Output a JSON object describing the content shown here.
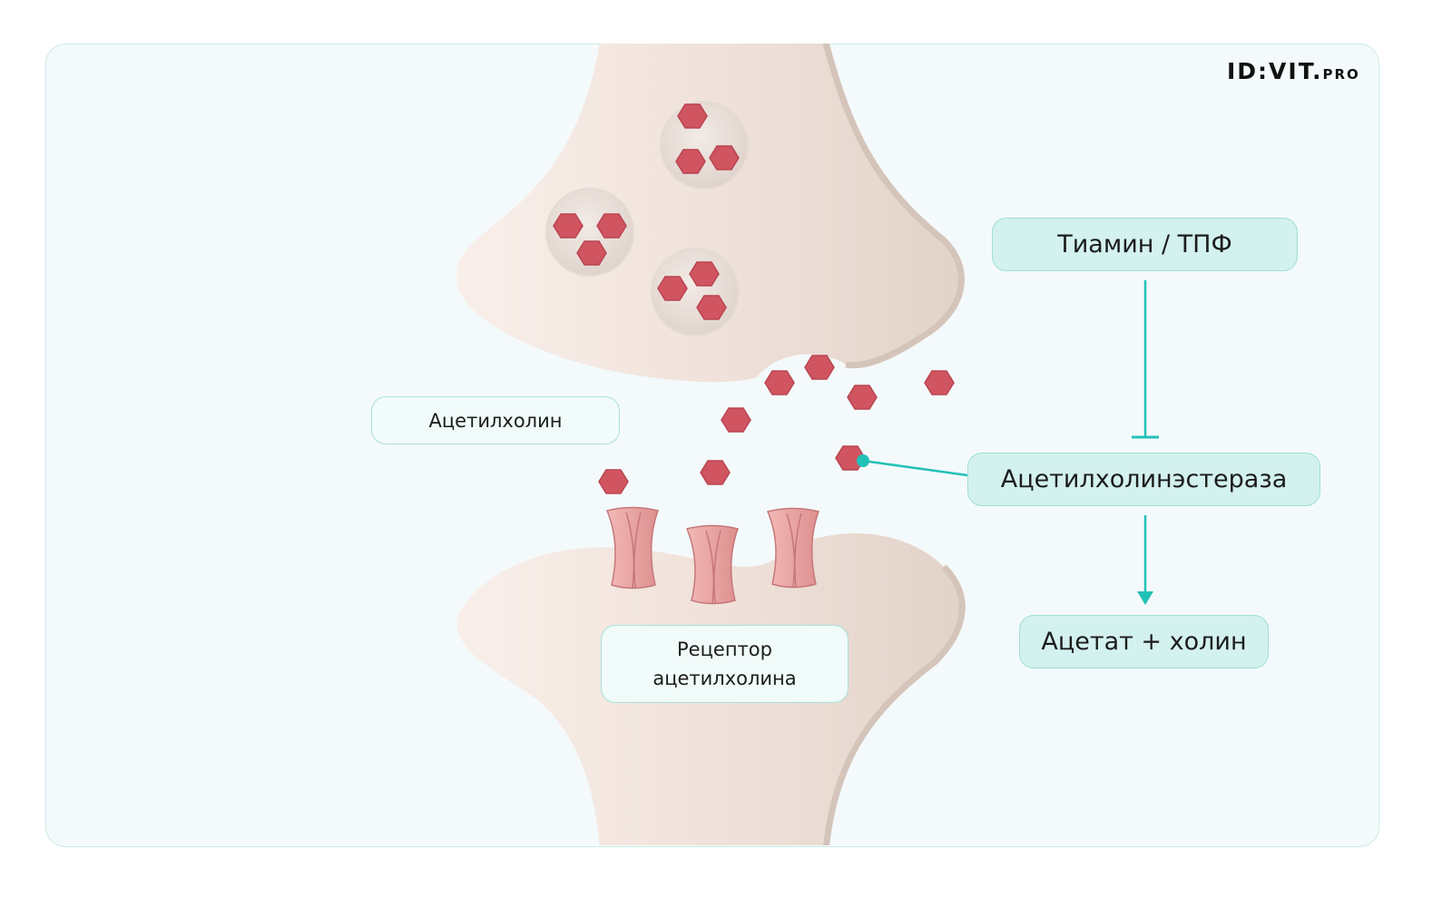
{
  "logo": {
    "main": "ID:VIT.",
    "sub": "PRO"
  },
  "labels": {
    "acetylcholine": "Ацетилхолин",
    "receptor_line1": "Рецептор",
    "receptor_line2": "ацетилхолина",
    "thiamine": "Тиамин / ТПФ",
    "acetylcholinesterase": "Ацетилхолинэстераза",
    "products": "Ацетат + холин"
  },
  "colors": {
    "teal_accent": "#22c1b6",
    "neuron_fill": "#efe1d9",
    "molecule_fill": "#d05560",
    "receptor_fill": "#eaa4a3",
    "label_bg_teal": "#d3f1ee",
    "label_bg_light": "#f0fbfa"
  }
}
